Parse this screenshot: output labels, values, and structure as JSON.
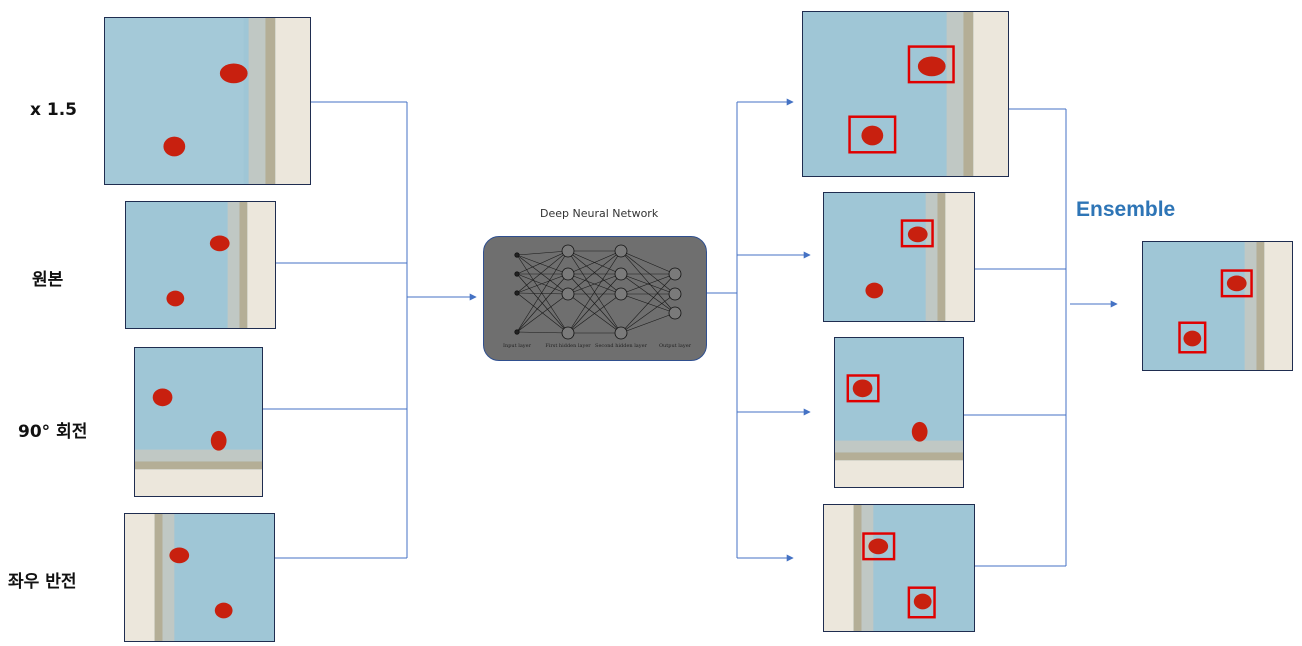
{
  "labels": {
    "scale": "x 1.5",
    "original": "원본",
    "rotate": "90° 회전",
    "flip": "좌우 반전"
  },
  "network": {
    "title": "Deep Neural Network",
    "layer_labels": [
      "Input layer",
      "First hidden layer",
      "Second hidden layer",
      "Output layer"
    ]
  },
  "ensemble_label": "Ensemble",
  "colors": {
    "connector": "#4472c4",
    "box": "#e00000",
    "title_accent": "#2e75b6"
  }
}
